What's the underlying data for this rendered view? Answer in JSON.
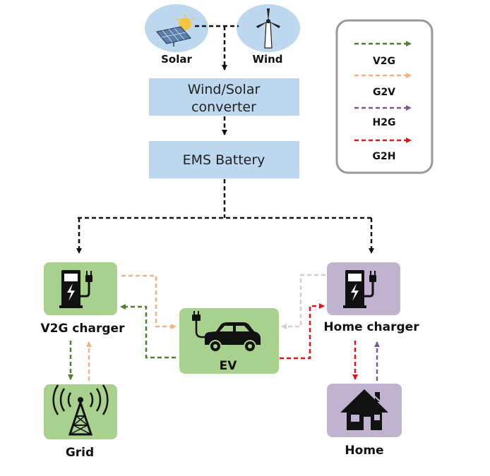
{
  "sources": {
    "solar": "Solar",
    "wind": "Wind"
  },
  "boxes": {
    "converter_line1": "Wind/Solar",
    "converter_line2": "converter",
    "battery": "EMS Battery"
  },
  "nodes": {
    "v2g_charger": "V2G charger",
    "ev": "EV",
    "home_charger": "Home charger",
    "grid": "Grid",
    "home": "Home"
  },
  "legend": [
    {
      "label": "V2G",
      "color": "#4f7f2f"
    },
    {
      "label": "G2V",
      "color": "#f4b183"
    },
    {
      "label": "H2G",
      "color": "#7a5c8c"
    },
    {
      "label": "G2H",
      "color": "#e81010"
    }
  ],
  "colors": {
    "box_blue": "#bdd7ee",
    "node_green": "#a9d18e",
    "node_purple": "#bfb3d0",
    "source_circle": "#bdd7ee",
    "power_flow": "#111111",
    "h2g_light": "#d9c8e0"
  }
}
